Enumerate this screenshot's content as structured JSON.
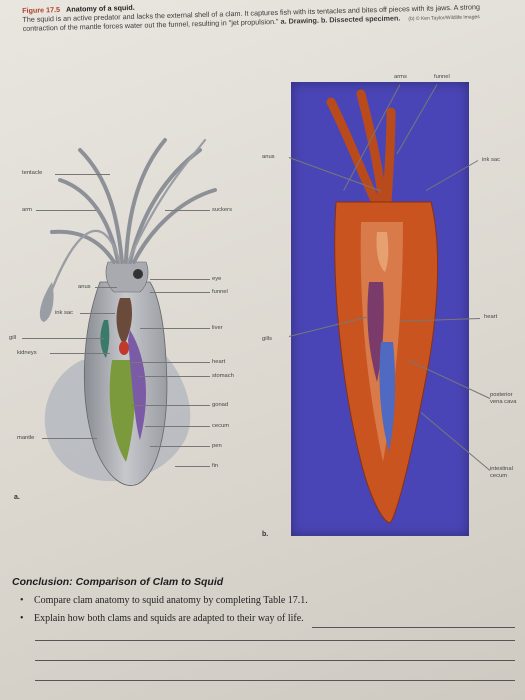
{
  "caption": {
    "figure_number": "Figure 17.5",
    "figure_title": "Anatomy of a squid.",
    "text": "The squid is an active predator and lacks the external shell of a clam. It captures fish with its tentacles and bites off pieces with its jaws. A strong contraction of the mantle forces water out the funnel, resulting in \"jet propulsion.\"",
    "part_a": "a. Drawing.",
    "part_b": "b. Dissected specimen.",
    "credit": "(b) © Ken Taylor/Wildlife Images"
  },
  "drawing": {
    "panel_label": "a.",
    "labels_left": [
      "tentacle",
      "arm",
      "anus",
      "ink sac",
      "gill",
      "kidneys",
      "mantle"
    ],
    "labels_right": [
      "suckers",
      "eye",
      "funnel",
      "liver",
      "heart",
      "stomach",
      "gonad",
      "cecum",
      "pen",
      "fin"
    ]
  },
  "photo": {
    "panel_label": "b.",
    "labels_top": [
      "arms",
      "funnel"
    ],
    "labels_left": [
      "anus",
      "gills"
    ],
    "labels_right": [
      "ink sac",
      "heart",
      "posterior vena cava",
      "intestinal cecum"
    ]
  },
  "conclusion": {
    "title": "Conclusion: Comparison of Clam to Squid",
    "bullets": [
      "Compare clam anatomy to squid anatomy by completing Table 17.1.",
      "Explain how both clams and squids are adapted to their way of life."
    ]
  },
  "colors": {
    "photo_background": "#4a45b6",
    "specimen_orange": "#c9541f",
    "figure_number": "#b0402a"
  }
}
